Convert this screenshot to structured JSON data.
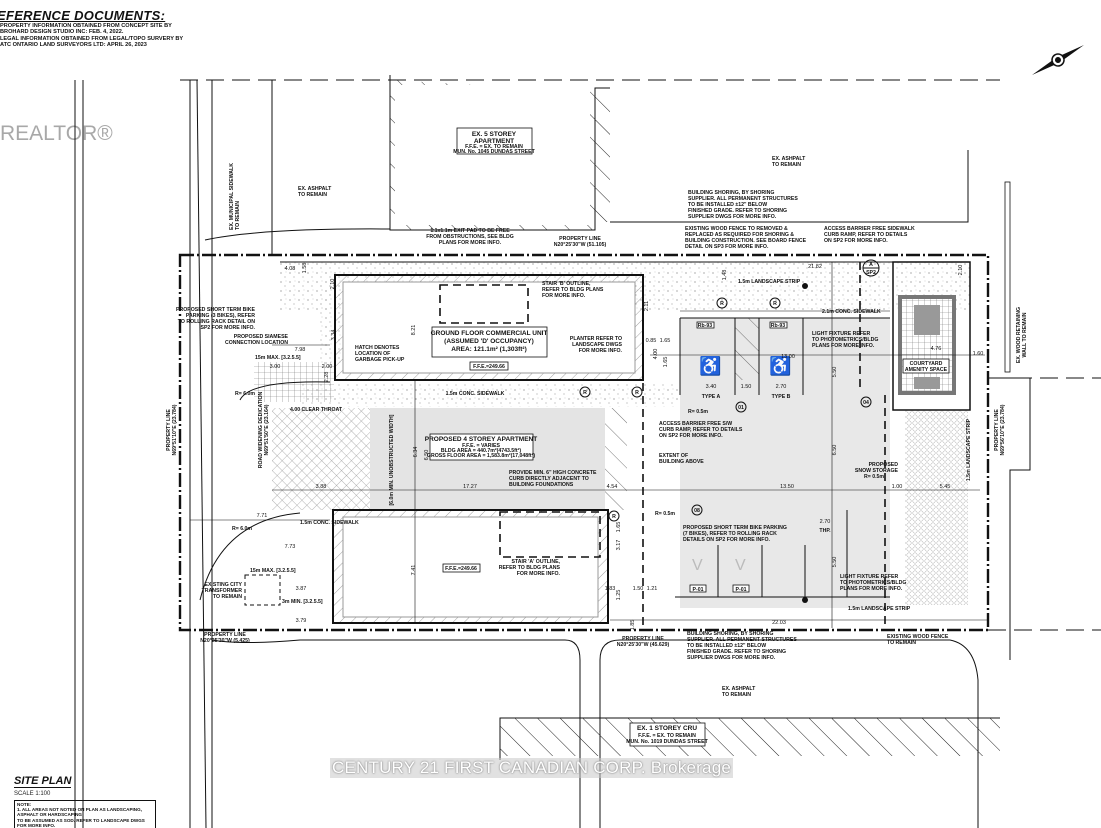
{
  "reference": {
    "title": "EFERENCE DOCUMENTS:",
    "lines": [
      "PROPERTY INFORMATION OBTAINED FROM CONCEPT SITE BY",
      "BROHARD DESIGN STUDIO INC: FEB. 4, 2022.",
      "LEGAL INFORMATION OBTAINED FROM LEGAL/TOPO SURVERY BY",
      "ATC ONTARIO LAND SURVEYORS LTD: APRIL 26, 2023"
    ]
  },
  "watermarks": {
    "realtor": "REALTOR®",
    "brokerage": "CENTURY 21 FIRST CANADIAN CORP. Brokerage"
  },
  "site_plan": {
    "title": "SITE PLAN",
    "scale": "SCALE 1:100",
    "note": [
      "NOTE:",
      "1.  ALL AREAS NOT NOTED ON PLAN AS LANDSCAPING, ASPHALT OR HARDSCAPING",
      "     TO BE ASSUMED AS SOD. REFER TO LANDSCAPE DWGS FOR MORE INFO."
    ]
  },
  "buildings": {
    "ex_5_storey": [
      "EX. 5 STOREY",
      "APARTMENT",
      "F.F.E. = EX. TO REMAIN",
      "MUN. No. 1045 DUNDAS STREET"
    ],
    "ex_1_storey": [
      "EX. 1 STOREY CRU",
      "F.F.E. = EX. TO REMAIN",
      "MUN. No. 1019 DUNDAS STREET"
    ],
    "commercial": [
      "GROUND FLOOR COMMERCIAL UNIT",
      "(ASSUMED 'D' OCCUPANCY)",
      "AREA: 121.1m² (1,303ft²)"
    ],
    "commercial_ffe": "F.F.E.=249.66",
    "apartment": [
      "PROPOSED 4 STOREY APARTMENT",
      "F.F.E. = VARIES",
      "BLDG AREA = 440.7m²(4743.5ft²)",
      "GROSS FLOOR AREA = 1,583.8m²(17,048ft²)"
    ],
    "lower_ffe": "F.F.E.=249.66",
    "courtyard": [
      "COURTYARD",
      "AMENITY SPACE"
    ]
  },
  "annotations": {
    "ex_asphalt_1": [
      "EX. ASHPALT",
      "TO REMAIN"
    ],
    "ex_asphalt_2": [
      "EX. ASHPALT",
      "TO REMAIN"
    ],
    "ex_asphalt_3": [
      "EX. ASHPALT",
      "TO REMAIN"
    ],
    "ex_sidewalk": [
      "EX. MUNICIPAL SIDEWALK",
      "TO REMAIN"
    ],
    "exit_pad": [
      "1.1x1.1m EXIT PAD TO BE FREE",
      "FROM OBSTRUCTIONS, SEE BLDG",
      "PLANS FOR MORE INFO."
    ],
    "property_line_top": [
      "PROPERTY LINE",
      "N20°25'30\"W (51.105)"
    ],
    "shoring_top": [
      "BUILDING SHORING, BY SHORING",
      "SUPPLIER. ALL PERMANENT STRUCTURES",
      "TO BE INSTALLED ±12\" BELOW",
      "FINISHED GRADE. REFER TO SHORING",
      "SUPPLIER DWGS FOR MORE INFO."
    ],
    "wood_fence": [
      "EXISTING WOOD FENCE TO REMOVED &",
      "REPLACED AS REQUIRED FOR SHORING &",
      "BUILDING CONSTRUCTION. SEE BOARD FENCE",
      "DETAIL ON SP3 FOR MORE INFO."
    ],
    "access_ramp_top": [
      "ACCESS BARRIER FREE SIDEWALK",
      "CURB RAMP, REFER TO DETAILS",
      "ON SP2 FOR MORE INFO."
    ],
    "retaining_wall": [
      "EX. WOOD RETAINING",
      "WALL TO REMAIN"
    ],
    "bike_3": [
      "PROPOSED SHORT TERM BIKE",
      "PARKING (3 BIKES), REFER",
      "TO ROLLING RACK DETAIL ON",
      "SP2 FOR MORE INFO."
    ],
    "siamese": [
      "PROPOSED SIAMESE",
      "CONNECTION LOCATION"
    ],
    "hatch_garbage": [
      "HATCH DENOTES",
      "LOCATION OF",
      "GARBAGE PICK-UP"
    ],
    "stair_b": [
      "STAIR 'B' OUTLINE,",
      "REFER TO BLDG PLANS",
      "FOR MORE INFO."
    ],
    "planter": [
      "PLANTER REFER TO",
      "LANDSCAPE DWGS",
      "FOR MORE INFO."
    ],
    "light_top": [
      "LIGHT FIXTURE REFER",
      "TO PHOTOMETRICS/BLDG",
      "PLANS FOR MORE INFO."
    ],
    "landscape_strip_top": "1.5m LANDSCAPE STRIP",
    "conc_sidewalk_21": "2.1m CONC. SIDEWALK",
    "conc_sidewalk_15": "1.5m CONC. SIDEWALK",
    "conc_sidewalk_15b": "1.5m CONC. SIDEWALK",
    "clear_throat": "4.00 CLEAR THROAT",
    "access_sw": [
      "ACCESS BARRIER FREE S/W",
      "CURB RAMP, REFER TO DETAILS",
      "ON SP2 FOR MORE INFO."
    ],
    "extent": [
      "EXTENT OF",
      "BUILDING ABOVE"
    ],
    "curb": [
      "PROVIDE MIN. 6\" HIGH CONCRETE",
      "CURB DIRECTLY ADJACENT TO",
      "BUILDING FOUNDATIONS"
    ],
    "snow": [
      "PROPOSED",
      "SNOW STORAGE"
    ],
    "bike_7": [
      "PROPOSED SHORT TERM BIKE PARKING",
      "(7 BIKES), REFER TO ROLLING RACK",
      "DETAILS ON SP2 FOR MORE INFO."
    ],
    "stair_a": [
      "STAIR 'A' OUTLINE,",
      "REFER TO BLDG PLANS",
      "FOR MORE INFO."
    ],
    "light_bottom": [
      "LIGHT FIXTURE REFER",
      "TO PHOTOMETRICS/BLDG",
      "PLANS FOR MORE INFO."
    ],
    "landscape_strip_bottom": "1.5m LANDSCAPE STRIP",
    "landscape_strip_right": "1.5m LANDSCAPE STRIP",
    "transformer": [
      "EXISTING CITY",
      "TRANSFORMER",
      "TO REMAIN"
    ],
    "property_line_bl": [
      "PROPERTY LINE",
      "N20°25'30\"W (5.425)"
    ],
    "property_line_bm": [
      "PROPERTY LINE",
      "N20°25'30\"W (45.629)"
    ],
    "property_line_left": [
      "PROPERTY LINE",
      "N69°51'10\"E (23.784)"
    ],
    "property_line_right": [
      "PROPERTY LINE",
      "N69°56'10\"E (23.784)"
    ],
    "road_widening": [
      "ROAD WIDENING DEDICATION",
      "N69°51'50\"E (23.164)"
    ],
    "shoring_bottom": [
      "BUILDING SHORING, BY SHORING",
      "SUPPLIER. ALL PERMANENT STRUCTURES",
      "TO BE INSTALLED ±12\" BELOW",
      "FINISHED GRADE. REFER TO SHORING",
      "SUPPLIER DWGS FOR MORE INFO."
    ],
    "fence_remain": [
      "EXISTING WOOD FENCE",
      "TO REMAIN"
    ],
    "max15_top": "15m MAX. [3.2.5.5]",
    "max15_bottom": "15m MAX. [3.2.5.5]",
    "min3": "3m MIN. [3.2.5.5]",
    "type_a": "TYPE A",
    "type_b": "TYPE B",
    "rb_1": "Rb-93",
    "rb_2": "Rb-93",
    "p01_1": "P-01",
    "p01_2": "P-01",
    "typ": "THP.",
    "unobstructed": "[6.0m MIN. UNOBSTRUCTED WIDTH]",
    "r6_top": "R= 6.0m",
    "r6_bot": "R= 6.0m",
    "r05_1": "R= 0.5m",
    "r05_2": "R= 0.5m",
    "r05_3": "R= 0.5m",
    "sec_a": "A",
    "sec_sp2": "SP2",
    "tags": [
      "01",
      "04",
      "08"
    ]
  },
  "dimensions": [
    "4.08",
    "1.58",
    "2.10",
    "3.34",
    "7.98",
    "3.00",
    "2.00",
    "2.28",
    "8.21",
    "2.11",
    "0.85",
    "1.65",
    "4.00",
    "1.65",
    "1.48",
    "21.82",
    "2.10",
    "13.00",
    "3.40",
    "1.50",
    "2.70",
    "5.50",
    "4.76",
    "1.60",
    "7.73",
    "6.34",
    "6.50",
    "17.27",
    "3.88",
    "4.54",
    "13.50",
    "1.00",
    "5.45",
    "6.50",
    "2.70",
    "5.50",
    "7.71",
    "3.87",
    "3.79",
    "7.41",
    "1.65",
    "3.17",
    "1.83",
    "1.25",
    "1.50",
    "1.21",
    "1.85",
    "22.03"
  ]
}
